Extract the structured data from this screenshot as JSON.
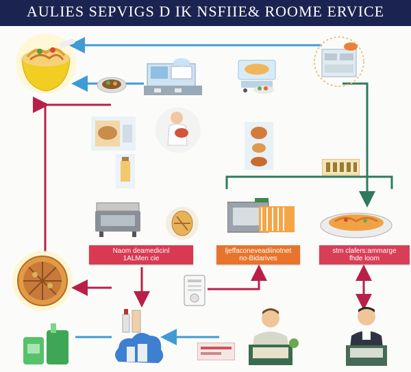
{
  "header": {
    "title": "AULIES SEPVIGS D IK NSFIIE& ROOME ERVICE"
  },
  "labels": [
    {
      "line1": "Naom deamedicinl",
      "line2": "1ALMen cie",
      "color": "#d83a52"
    },
    {
      "line1": "ljeffaconeveadiinotnet",
      "line2": "no-Bidarives",
      "color": "#e8742c"
    },
    {
      "line1": "stm clafers:ammarge",
      "line2": "fhde loom",
      "color": "#d93e57"
    }
  ],
  "colors": {
    "header": "#1b2450",
    "blue": "#3e9bd4",
    "crimson": "#b8204a",
    "green": "#2d7a5e"
  },
  "icons": [
    "noodle-bowl-icon",
    "kitchen-counter-icon",
    "food-plate-icon",
    "dish-cart-icon",
    "pizza-icon",
    "chef-person-icon",
    "cloud-server-icon",
    "document-icon",
    "menu-panel-icon"
  ]
}
